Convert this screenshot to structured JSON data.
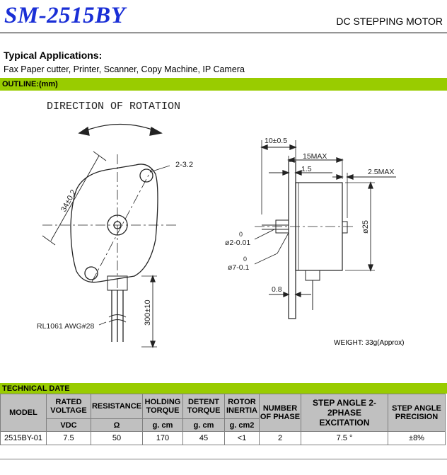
{
  "header": {
    "model_title": "SM-2515BY",
    "product_type": "DC STEPPING MOTOR"
  },
  "applications": {
    "title": "Typical Applications:",
    "text": "Fax Paper cutter, Printer, Scanner, Copy Machine, IP Camera"
  },
  "outline": {
    "label": "OUTLINE:(mm)",
    "direction_label": "DIRECTION OF ROTATION",
    "dim_holes": "2-3.2",
    "dim_diag": "34±0.2",
    "dim_lead_length": "300±10",
    "wire_spec": "RL1061 AWG#28",
    "dim_10": "10±0.5",
    "dim_15max": "15MAX",
    "dim_1_5": "1.5",
    "dim_2_5max": "2.5MAX",
    "dim_phi25": "ø25",
    "dim_shaft_sup": "0",
    "dim_shaft": "ø2-0.01",
    "dim_boss_sup": "0",
    "dim_boss": "ø7-0.1",
    "dim_0_8": "0.8",
    "weight": "WEIGHT: 33g(Approx)"
  },
  "technical": {
    "label": "TECHNICAL DATE",
    "headers": {
      "model": "MODEL",
      "rated_voltage": "RATED VOLTAGE",
      "resistance": "RESISTANCE",
      "holding_torque": "HOLDING TORQUE",
      "detent_torque": "DETENT TORQUE",
      "rotor_inertia": "ROTOR INERTIA",
      "number_of_phase": "NUMBER OF PHASE",
      "step_angle": "STEP ANGLE 2-2PHASE EXCITATION",
      "step_precision": "STEP ANGLE PRECISION"
    },
    "units": {
      "rated_voltage": "VDC",
      "resistance": "Ω",
      "holding_torque": "g. cm",
      "detent_torque": "g. cm",
      "rotor_inertia": "g. cm2"
    },
    "row": {
      "model": "2515BY-01",
      "rated_voltage": "7.5",
      "resistance": "50",
      "holding_torque": "170",
      "detent_torque": "45",
      "rotor_inertia": "<1",
      "number_of_phase": "2",
      "step_angle": "7.5 °",
      "step_precision": "±8%"
    }
  }
}
